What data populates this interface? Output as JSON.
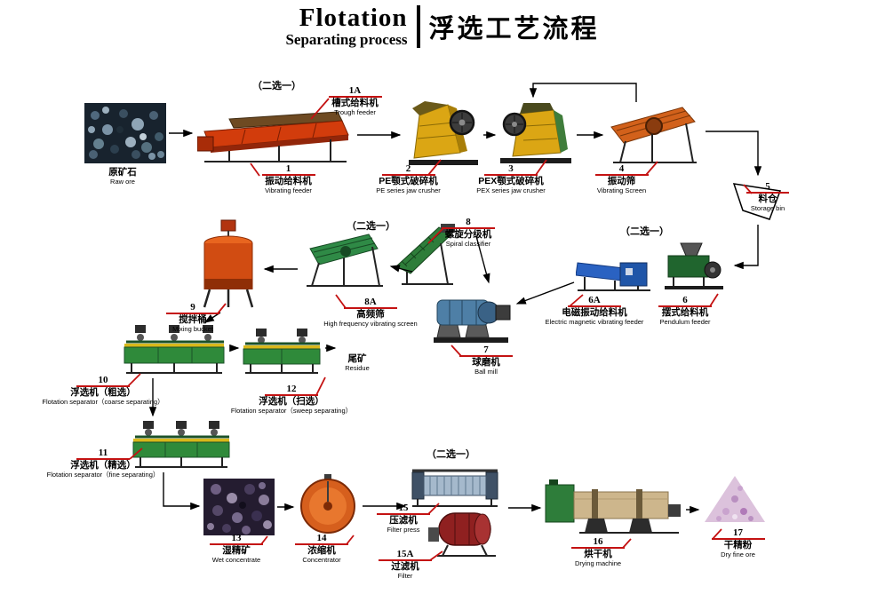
{
  "header": {
    "title_en": "Flotation",
    "subtitle_en": "Separating process",
    "title_zh": "浮选工艺流程"
  },
  "choose_one_label": "（二选一）",
  "nodes": {
    "raw_ore": {
      "zh": "原矿石",
      "en": "Raw ore"
    },
    "trough_feeder": {
      "num": "1A",
      "zh": "槽式给料机",
      "en": "Trough feeder"
    },
    "vibrating_feeder": {
      "num": "1",
      "zh": "振动给料机",
      "en": "Vibrating feeder"
    },
    "pe_jaw_crusher": {
      "num": "2",
      "zh": "PE颚式破碎机",
      "en": "PE series jaw crusher"
    },
    "pex_jaw_crusher": {
      "num": "3",
      "zh": "PEX颚式破碎机",
      "en": "PEX series jaw crusher"
    },
    "vibrating_screen": {
      "num": "4",
      "zh": "振动筛",
      "en": "Vibrating Screen"
    },
    "storage_bin": {
      "num": "5",
      "zh": "料仓",
      "en": "Storage bin"
    },
    "pendulum_feeder": {
      "num": "6",
      "zh": "摆式给料机",
      "en": "Pendulum feeder"
    },
    "em_vibrating_feeder": {
      "num": "6A",
      "zh": "电磁振动给料机",
      "en": "Electric magnetic vibrating feeder"
    },
    "ball_mill": {
      "num": "7",
      "zh": "球磨机",
      "en": "Ball mill"
    },
    "spiral_classifier": {
      "num": "8",
      "zh": "螺旋分级机",
      "en": "Spiral classifier"
    },
    "hf_vibrating_screen": {
      "num": "8A",
      "zh": "高频筛",
      "en": "High frequency vibrating screen"
    },
    "mixing_bucket": {
      "num": "9",
      "zh": "搅拌桶",
      "en": "Mixing bucket"
    },
    "flotation_coarse": {
      "num": "10",
      "zh": "浮选机（粗选）",
      "en": "Flotation separator（coarse separating）"
    },
    "flotation_fine": {
      "num": "11",
      "zh": "浮选机（精选）",
      "en": "Flotation separator（fine separating）"
    },
    "flotation_sweep": {
      "num": "12",
      "zh": "浮选机（扫选）",
      "en": "Flotation separator（sweep separating）"
    },
    "residue": {
      "zh": "尾矿",
      "en": "Residue"
    },
    "wet_concentrate": {
      "num": "13",
      "zh": "湿精矿",
      "en": "Wet concentrate"
    },
    "concentrator": {
      "num": "14",
      "zh": "浓缩机",
      "en": "Concentrator"
    },
    "filter_press": {
      "num": "15",
      "zh": "压滤机",
      "en": "Filter press"
    },
    "filter": {
      "num": "15A",
      "zh": "过滤机",
      "en": "Filter"
    },
    "dryer": {
      "num": "16",
      "zh": "烘干机",
      "en": "Drying machine"
    },
    "dry_fine_ore": {
      "num": "17",
      "zh": "干精粉",
      "en": "Dry fine ore"
    }
  }
}
